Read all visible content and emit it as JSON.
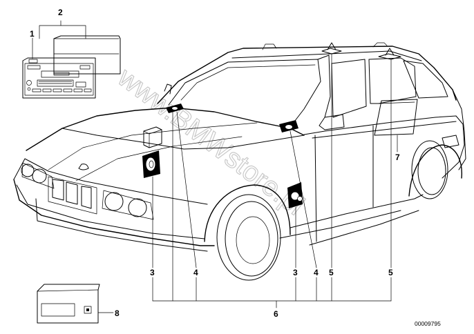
{
  "diagram": {
    "callouts": {
      "radio_unit": "1",
      "radio_bracket_group": "2",
      "tweeter_left": "3",
      "tweeter_right": "3",
      "antenna_left": "4",
      "antenna_right": "4",
      "roof_speaker_front": "5",
      "roof_speaker_rear": "5",
      "bundle": "6",
      "amplifier_panel": "7",
      "amplifier_box": "8"
    },
    "watermark": "www.BMWstore.pl",
    "part_number": "00009795",
    "colors": {
      "line": "#000000",
      "watermark": "#c9c9c9",
      "background": "#ffffff"
    }
  }
}
